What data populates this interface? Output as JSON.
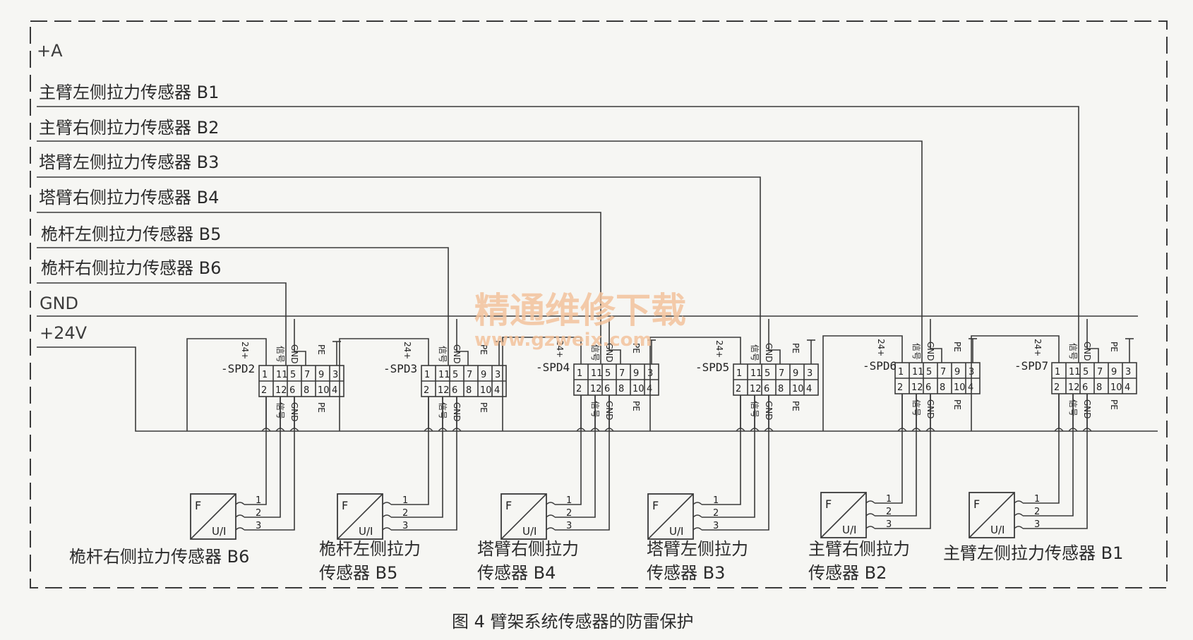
{
  "bus_labels": {
    "supply_a": "+A",
    "gnd": "GND",
    "supply_24v": "+24V"
  },
  "signal_lines": [
    {
      "label": "主臂左侧拉力传感器 B1"
    },
    {
      "label": "主臂右侧拉力传感器 B2"
    },
    {
      "label": "塔臂左侧拉力传感器 B3"
    },
    {
      "label": "塔臂右侧拉力传感器 B4"
    },
    {
      "label": "桅杆左侧拉力传感器 B5"
    },
    {
      "label": "桅杆右侧拉力传感器 B6"
    }
  ],
  "spd_modules": [
    {
      "label": "-SPD2"
    },
    {
      "label": "-SPD3"
    },
    {
      "label": "-SPD4"
    },
    {
      "label": "-SPD5"
    },
    {
      "label": "-SPD6"
    },
    {
      "label": "-SPD7"
    }
  ],
  "spd_terminal_text": {
    "top_row": [
      "1",
      "11",
      "5",
      "7",
      "9",
      "3"
    ],
    "bottom_row": [
      "2",
      "12",
      "6",
      "8",
      "10",
      "4"
    ],
    "top_labels": [
      "24+",
      "信号",
      "GND",
      "PE"
    ],
    "bottom_labels": [
      "信号",
      "GND",
      "PE"
    ]
  },
  "sensors": [
    {
      "line1": "桅杆右侧拉力传感器 B6",
      "line2": ""
    },
    {
      "line1": "桅杆左侧拉力",
      "line2": "传感器 B5"
    },
    {
      "line1": "塔臂右侧拉力",
      "line2": "传感器 B4"
    },
    {
      "line1": "塔臂左侧拉力",
      "line2": "传感器 B3"
    },
    {
      "line1": "主臂右侧拉力",
      "line2": "传感器 B2"
    },
    {
      "line1": "主臂左侧拉力传感器 B1",
      "line2": ""
    }
  ],
  "sensor_symbol": {
    "top": "F",
    "bottom": "U/I",
    "pins": [
      "1",
      "2",
      "3"
    ]
  },
  "watermark": {
    "line1": "精通维修下载",
    "line2": "www.gzweix.com"
  },
  "caption": "图 4    臂架系统传感器的防雷保护",
  "colors": {
    "line": "#3a3a3a",
    "background": "#f6f6f3",
    "watermark": "#f3c39d"
  }
}
